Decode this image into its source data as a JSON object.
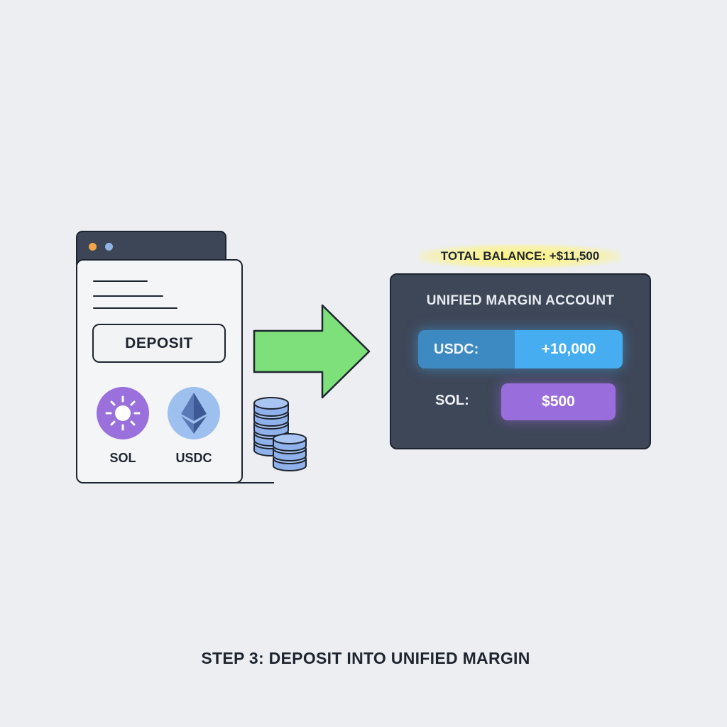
{
  "deposit_window": {
    "deposit_button_label": "DEPOSIT",
    "assets": [
      {
        "label": "SOL",
        "icon": "sun-icon",
        "color": "#9a70dd"
      },
      {
        "label": "USDC",
        "icon": "ethereum-icon",
        "color": "#9ec0ee"
      }
    ]
  },
  "total_balance": "TOTAL BALANCE: +$11,500",
  "account_panel": {
    "title": "UNIFIED MARGIN ACCOUNT",
    "usdc_label": "USDC:",
    "usdc_value": "+10,000",
    "sol_label": "SOL:",
    "sol_value": "$500"
  },
  "caption": "STEP 3: DEPOSIT INTO UNIFIED MARGIN",
  "colors": {
    "arrow": "#7ee07a",
    "usdc_accent": "#46aef0",
    "sol_accent": "#9a6ddc",
    "highlight": "#fff478"
  }
}
